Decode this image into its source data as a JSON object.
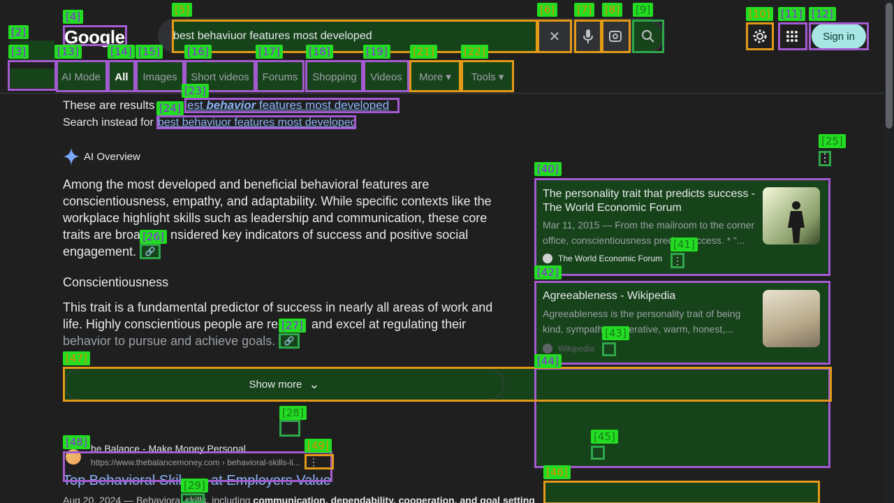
{
  "header": {
    "logo": "Google",
    "search_value": "best behaviuor features most developed",
    "clear_icon": "✕",
    "mic_icon": "🎤",
    "lens_icon": "⌾",
    "search_icon": "⌕",
    "settings_icon": "⚙",
    "apps_icon": "⋮⋮⋮",
    "signin_label": "Sign in"
  },
  "tabs": [
    {
      "label": "AI Mode"
    },
    {
      "label": "All"
    },
    {
      "label": "Images"
    },
    {
      "label": "Short videos"
    },
    {
      "label": "Forums"
    },
    {
      "label": "Shopping"
    },
    {
      "label": "Videos"
    },
    {
      "label": "More ▾"
    },
    {
      "label": "Tools ▾"
    }
  ],
  "spelling": {
    "prefix": "These are results",
    "corrected_pre": "est ",
    "corrected_bold": "behavior",
    "corrected_post": " features most developed",
    "instead_prefix": "Search instead for ",
    "instead_link": "best behaviuor features most developed"
  },
  "ai_overview": {
    "title": "AI Overview",
    "para1_line1": "Among the most developed and beneficial behavioral features are",
    "para1_line2": "conscientiousness, empathy, and adaptability. While specific contexts like the",
    "para1_line3": "workplace highlight skills such as leadership and communication, these core",
    "para1_line4a": "traits are broa",
    "para1_line4b": "nsidered key indicators of success and positive social",
    "para1_line5": "engagement.",
    "heading": "Conscientiousness",
    "para2_line1": "This trait is a fundamental predictor of success in nearly all areas of work and",
    "para2_line2a": "life. Highly conscientious people are re",
    "para2_line2b": "and excel at regulating their",
    "para2_line3": "behavior to pursue and achieve goals.",
    "show_more": "Show more",
    "chevron": "⌄"
  },
  "cards": [
    {
      "title_l1": "The personality trait that predicts success -",
      "title_l2": "The World Economic Forum",
      "snip_l1": "Mar 11, 2015 — From the mailroom to the corner",
      "snip_l2": "office, conscientiousness pred",
      "snip_l2b": "ccess. * \"...",
      "source": "The World Economic Forum"
    },
    {
      "title_l1": "Agreeableness - Wikipedia",
      "snip_l1": "Agreeableness is the personality trait of being",
      "snip_l2": "kind, sympath",
      "snip_l2b": "ooperative, warm, honest,...",
      "source": "Wikipedia"
    }
  ],
  "result": {
    "site_name": "he Balance - Make Money Personal",
    "url": "https://www.thebalancemoney.com › behavioral-skills-li...",
    "title_a": "Top Behavioral Skil",
    "title_b": "at Employers Value",
    "snippet_pre": "Aug 20, 2024 — Behavioral ",
    "snippet_mid": "skills",
    "snippet_post": ", including ",
    "snippet_bold": "communication, dependability, cooperation, and goal setting"
  },
  "markers": {
    "m2": "[2]",
    "m3": "[3]",
    "m4": "[4]",
    "m5": "[5]",
    "m6": "[6]",
    "m7": "[7]",
    "m8": "[8]",
    "m9": "[9]",
    "m10": "[10]",
    "m11": "[11]",
    "m12": "[12]",
    "m13": "[13]",
    "m14": "[14]",
    "m15": "[15]",
    "m16": "[16]",
    "m17": "[17]",
    "m18": "[18]",
    "m19": "[19]",
    "m21": "[21]",
    "m22": "[22]",
    "m23": "[23]",
    "m24": "[24]",
    "m25": "[25]",
    "m26": "[26]",
    "m27": "[27]",
    "m28": "[28]",
    "m29": "[29]",
    "m40": "[40]",
    "m41": "[41]",
    "m42": "[42]",
    "m43": "[43]",
    "m44": "[44]",
    "m45": "[45]",
    "m46": "[46]",
    "m47": "[47]",
    "m48": "[48]",
    "m49": "[49]"
  }
}
